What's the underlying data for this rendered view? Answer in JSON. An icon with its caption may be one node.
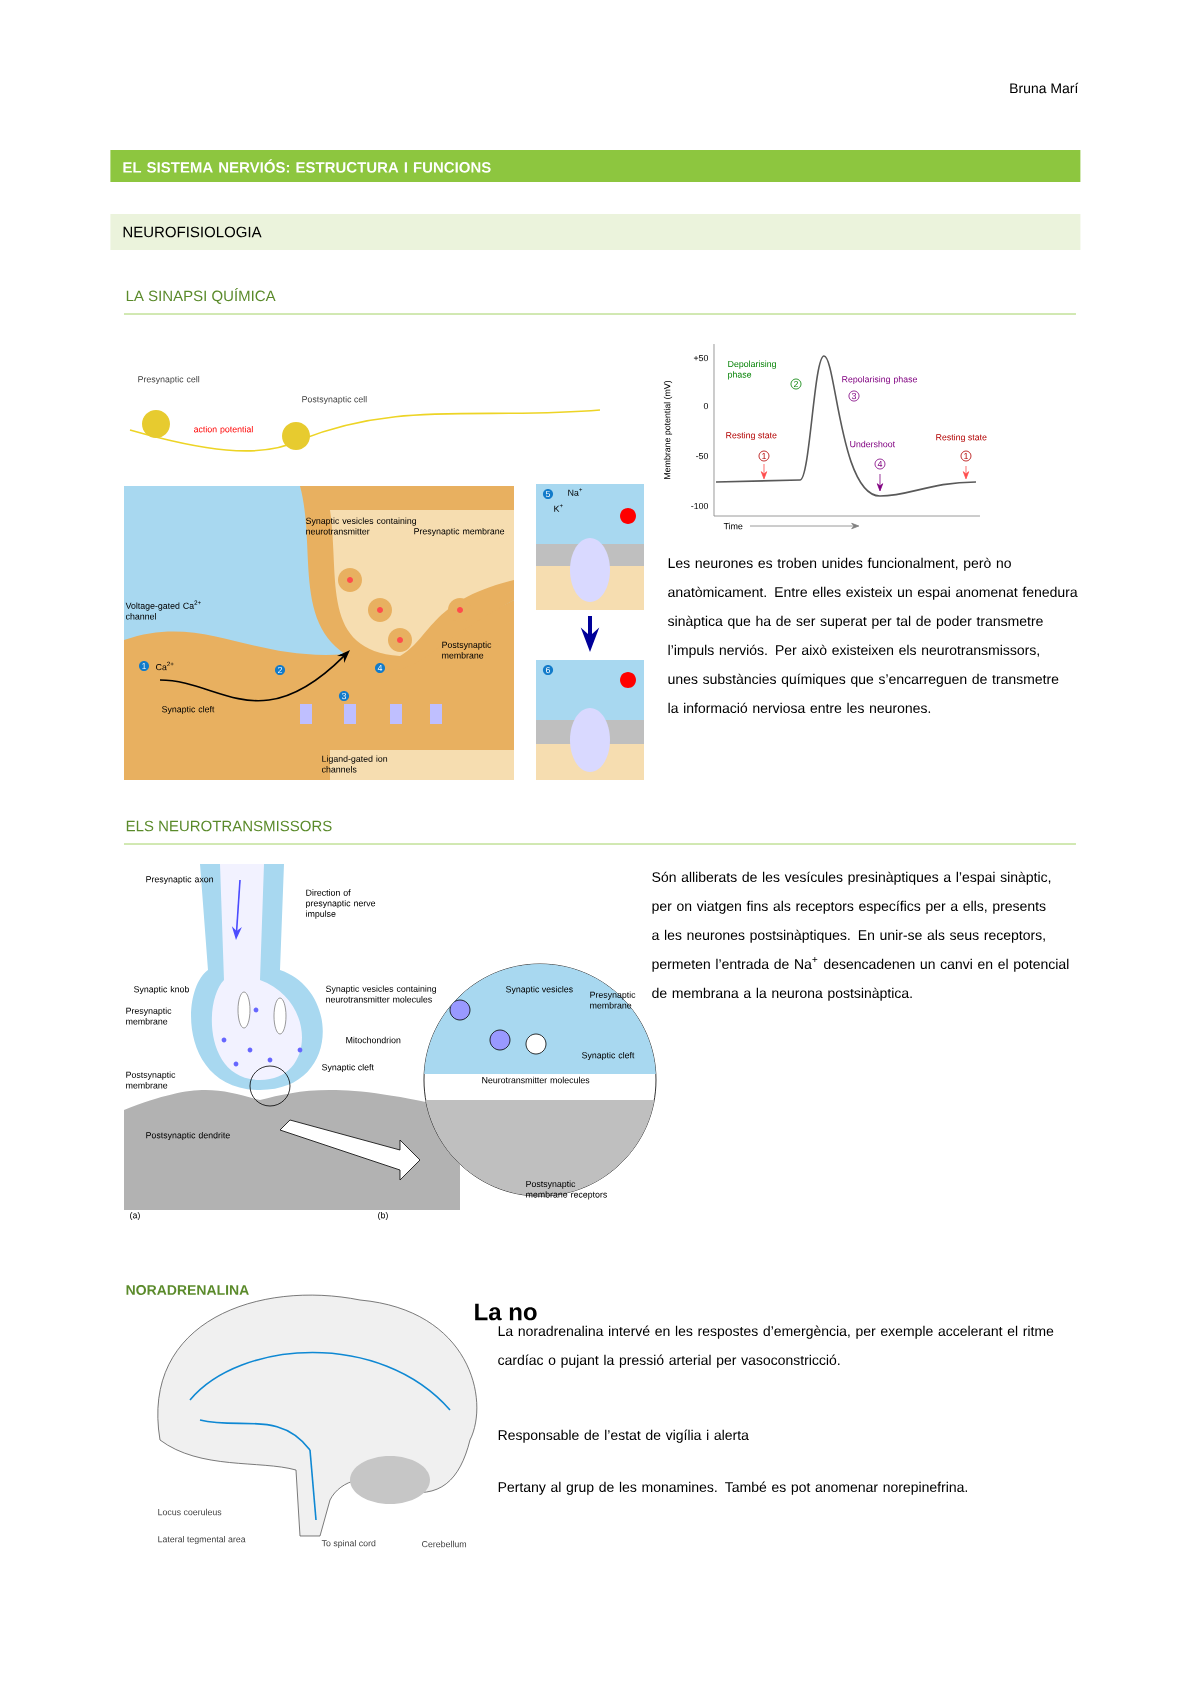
{
  "diagram": {
    "nodes": [
      {
        "text": [
          "EL SISTEMA NERVIÓS: ESTRUCTURA I FUNCIONS"
        ]
      },
      {
        "text": [
          "NEUROFISIOLOGIA"
        ]
      }
    ],
    "labels": [
      "Bruna Marí",
      "LA SINAPSI QUÍMICA",
      "Presynaptic cell",
      "Postsynaptic cell",
      "action potential",
      "Synaptic vesicles containing neurotransmitter",
      "Presynaptic membrane",
      "Voltage-gated Ca$^{2+}$ channel",
      "1",
      "Ca$^{2+}$",
      "2",
      "Postsynaptic membrane",
      "3",
      "4",
      "Synaptic cleft",
      "Ligand-gated ion channels",
      "5",
      "Na$^{+}$",
      "K$^{+}$",
      "6",
      "+50",
      "0",
      "-50",
      "-100",
      "Membrane potential (mV)",
      "Time",
      "Depolarising phase",
      "2",
      "Repolarising phase",
      "3",
      "Resting state",
      "1",
      "Undershoot",
      "4",
      "Resting state",
      "1",
      "Les neurones es troben unides funcionalment, però no anatòmicament. Entre elles existeix un espai anomenat fenedura sinàptica que ha de ser superat per tal de poder transmetre l’impuls nerviós. Per això existeixen els neurotransmissors, unes substàncies químiques que s’encarreguen de transmetre la informació nerviosa entre les neurones.",
      "ELS NEUROTRANSMISSORS",
      "Presynaptic axon",
      "Direction of presynaptic nerve impulse",
      "Synaptic knob",
      "Synaptic vesicles containing neurotransmitter molecules",
      "Presynaptic membrane",
      "Mitochondrion",
      "Postsynaptic membrane",
      "Synaptic cleft",
      "Postsynaptic dendrite",
      "Synaptic vesicles",
      "Presynaptic membrane",
      "Neurotransmitter molecules",
      "Synaptic cleft",
      "Postsynaptic membrane receptors",
      "(a)",
      "(b)",
      "Són alliberats de les vesícules presinàptiques a l’espai sinàptic, per on viatgen fins als receptors específics per a ells, presents a les neurones postsinàptiques. En unir-se als seus receptors, permeten l’entrada de Na$^{+}$ desencadenen un canvi en el potencial de membrana a la neurona postsinàptica.",
      "NORADRENALINA",
      "La no",
      "Locus coeruleus",
      "Lateral tegmental area",
      "To spinal cord",
      "Cerebellum",
      "La noradrenalina intervé en les respostes d’emergència, per exemple accelerant el ritme cardíac o pujant la pressió arterial per vasoconstricció.",
      "Responsable de l’estat de vigília i alerta",
      "Pertany al grup de les monamines. També es pot anomenar norepinefrina."
    ]
  }
}
